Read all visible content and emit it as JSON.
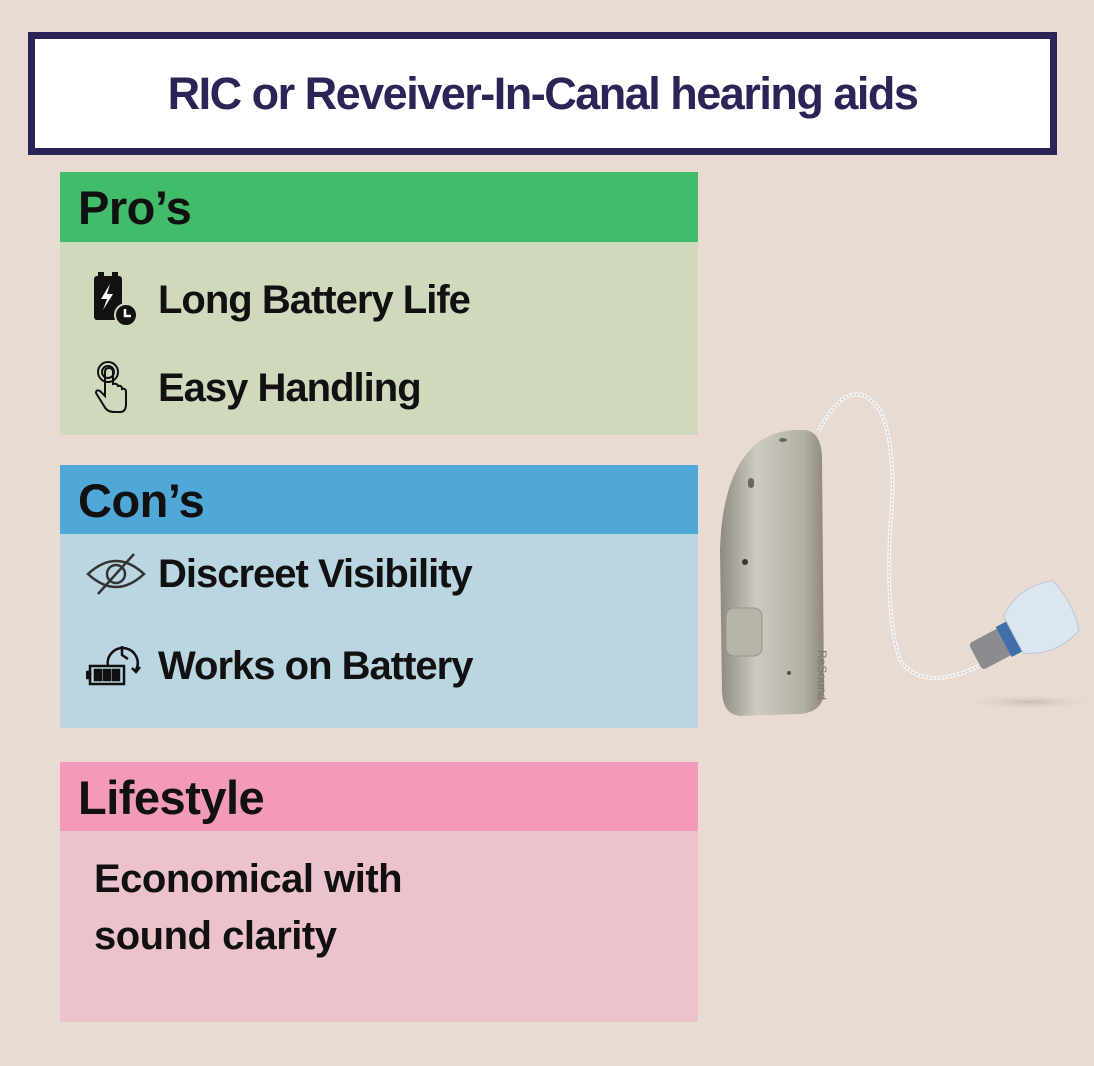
{
  "title": "RIC or Reveiver-In-Canal hearing aids",
  "pros": {
    "heading": "Pro’s",
    "items": [
      {
        "label": "Long Battery Life",
        "icon": "battery-clock-icon"
      },
      {
        "label": "Easy Handling",
        "icon": "touch-hand-icon"
      }
    ]
  },
  "cons": {
    "heading": "Con’s",
    "items": [
      {
        "label": "Discreet Visibility",
        "icon": "eye-off-icon"
      },
      {
        "label": "Works on Battery",
        "icon": "battery-timer-icon"
      }
    ]
  },
  "lifestyle": {
    "heading": "Lifestyle",
    "lines": [
      "Economical with",
      "sound clarity"
    ]
  },
  "product_image": {
    "brand_text": "ReSound"
  },
  "colors": {
    "background": "#e9dbd2",
    "title_border": "#2a2556",
    "pros_header": "#42bb6b",
    "pros_body": "#cfdabd",
    "cons_header": "#50a8d6",
    "cons_body": "#bad6e0",
    "lifestyle_header": "#f39abb",
    "lifestyle_body": "#edc3cb"
  }
}
